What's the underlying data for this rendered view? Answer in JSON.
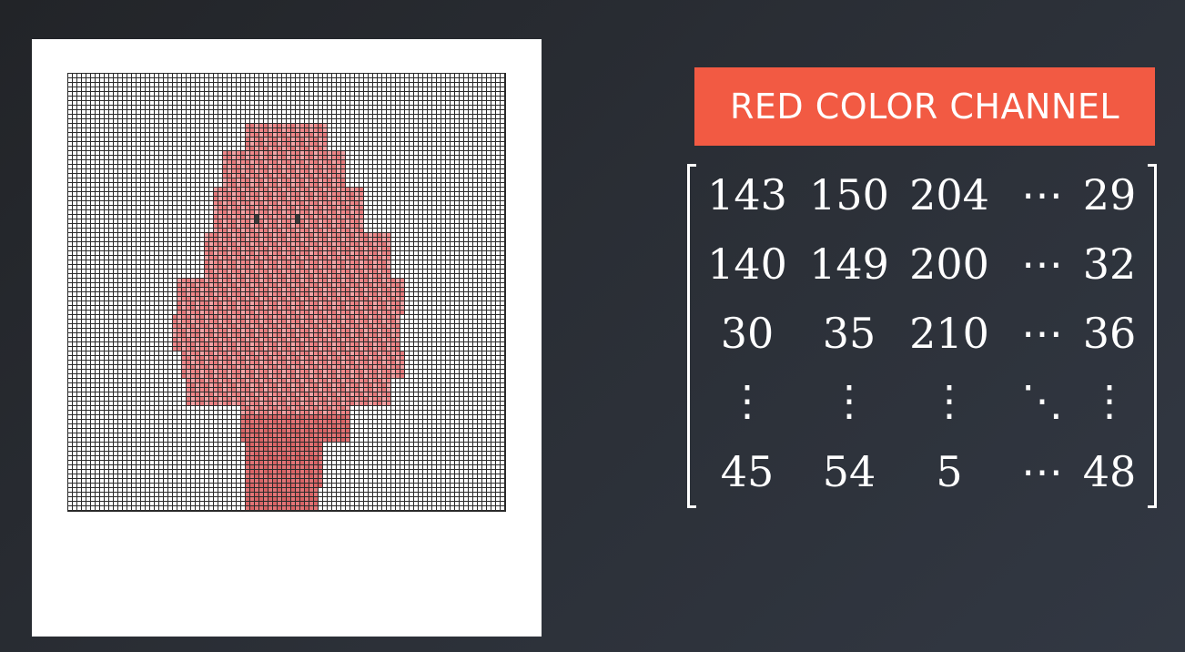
{
  "slide": {
    "background_colors": [
      "#222428",
      "#323843"
    ]
  },
  "image_card": {
    "description_icon": "pixelated-portrait-icon",
    "channel_tint": "#f0888a",
    "grid_color": "#2a2a2a"
  },
  "label": {
    "text": "RED COLOR CHANNEL",
    "color": "#f25a43"
  },
  "matrix": {
    "rows": [
      [
        "143",
        "150",
        "204",
        "⋯",
        "29"
      ],
      [
        "140",
        "149",
        "200",
        "⋯",
        "32"
      ],
      [
        "30",
        "35",
        "210",
        "⋯",
        "36"
      ],
      [
        "⋮",
        "⋮",
        "⋮",
        "⋱",
        "⋮"
      ],
      [
        "45",
        "54",
        "5",
        "⋯",
        "48"
      ]
    ]
  }
}
